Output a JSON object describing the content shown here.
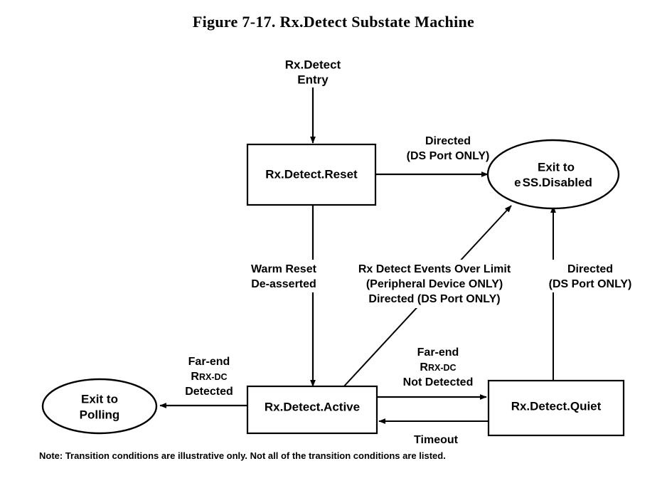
{
  "figure": {
    "title": "Figure 7-17.  Rx.Detect Substate Machine",
    "footnote": "Note: Transition conditions are illustrative only.  Not all of the transition conditions are listed."
  },
  "nodes": {
    "entry": {
      "line1": "Rx.Detect",
      "line2": "Entry"
    },
    "reset": {
      "label": "Rx.Detect.Reset"
    },
    "active": {
      "label": "Rx.Detect.Active"
    },
    "quiet": {
      "label": "Rx.Detect.Quiet"
    },
    "exit_disabled": {
      "line1": "Exit to",
      "line2_prefix": "e",
      "line2_rest": "SS.Disabled"
    },
    "exit_polling": {
      "line1": "Exit to",
      "line2": "Polling"
    }
  },
  "edges": {
    "reset_to_disabled": {
      "line1": "Directed",
      "line2": "(DS Port ONLY)"
    },
    "reset_to_active": {
      "line1": "Warm Reset",
      "line2": "De-asserted"
    },
    "active_to_disabled": {
      "line1": "Rx Detect Events Over Limit",
      "line2": "(Peripheral Device ONLY)",
      "line3": "Directed (DS Port ONLY)"
    },
    "quiet_to_disabled": {
      "line1": "Directed",
      "line2": "(DS Port ONLY)"
    },
    "active_to_polling": {
      "line1": "Far-end",
      "line2_main": "R",
      "line2_sub": "RX-DC",
      "line3": "Detected"
    },
    "active_to_quiet": {
      "line1": "Far-end",
      "line2_main": "R",
      "line2_sub": "RX-DC",
      "line3": "Not Detected"
    },
    "quiet_to_active": {
      "label": "Timeout"
    }
  },
  "colors": {
    "stroke": "#000000",
    "fill": "#ffffff",
    "text": "#000000"
  }
}
